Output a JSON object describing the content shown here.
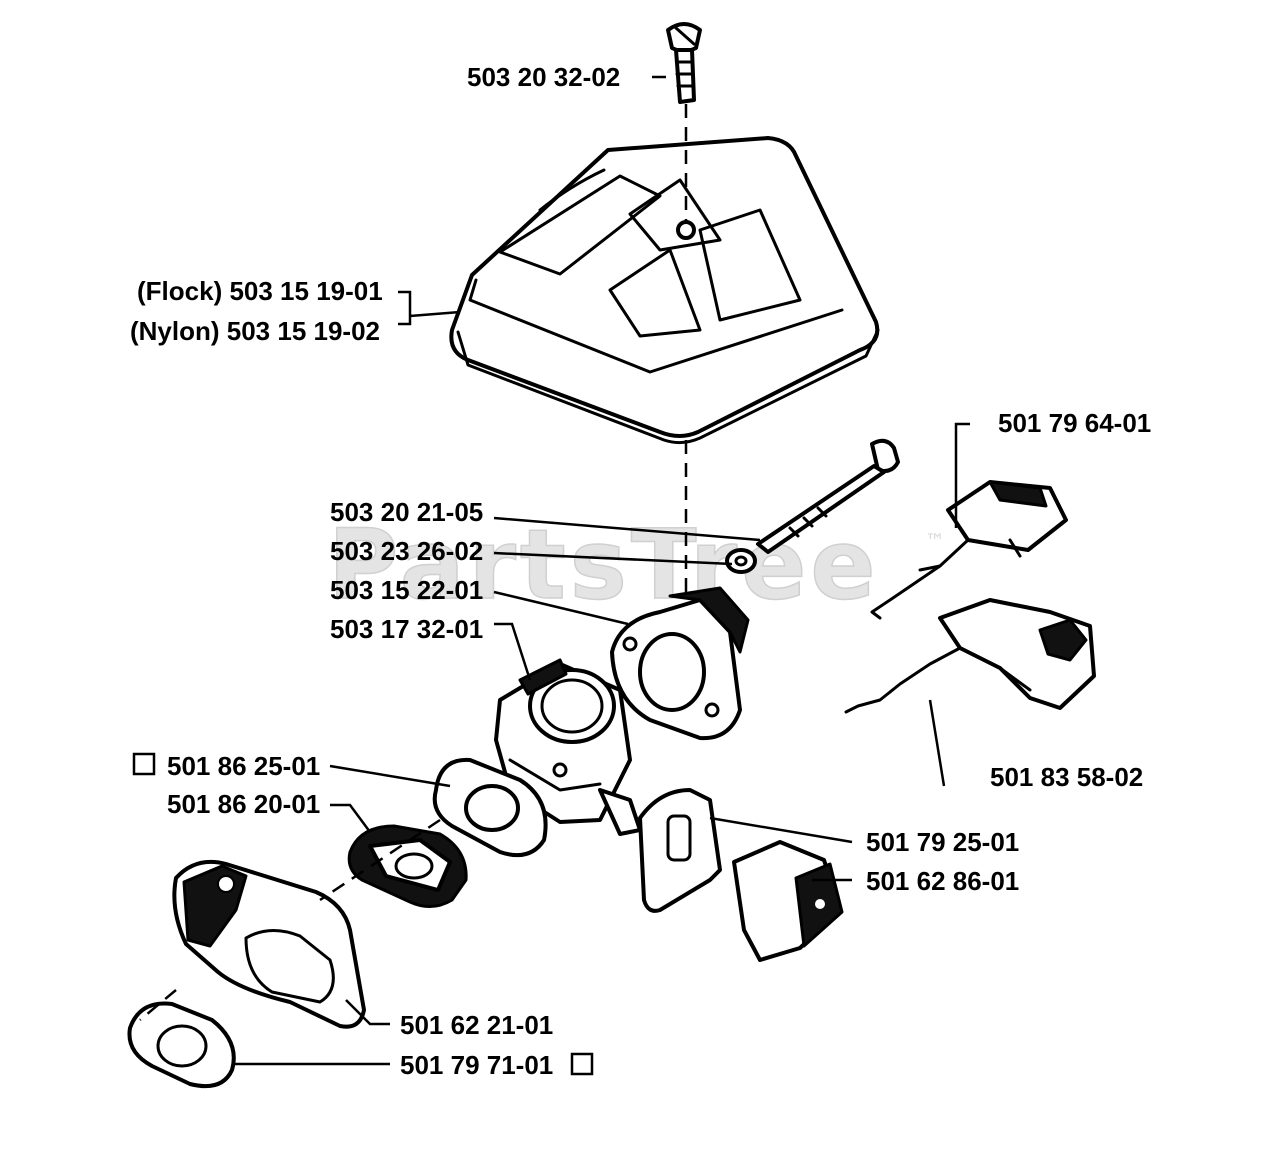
{
  "watermark": {
    "text": "PartsTree",
    "trademark": "™"
  },
  "labels": {
    "screw_top": "503 20 32-02",
    "cover_flock": "(Flock) 503 15 19-01",
    "cover_nylon": "(Nylon) 503 15 19-02",
    "throttle_assy": "501 79 64-01",
    "bolt": "503 20 21-05",
    "washer": "503 23 26-02",
    "adapter": "503 15 22-01",
    "carburetor": "503 17 32-01",
    "gasket_a": "501 86 25-01",
    "spacer": "501 86 20-01",
    "throttle_link": "501 83 58-02",
    "plate": "501 79 25-01",
    "block": "501 62 86-01",
    "housing": "501 62 21-01",
    "gasket_b": "501 79 71-01"
  },
  "markers": {
    "gasket_a": "square-outline",
    "gasket_b": "square-outline"
  }
}
